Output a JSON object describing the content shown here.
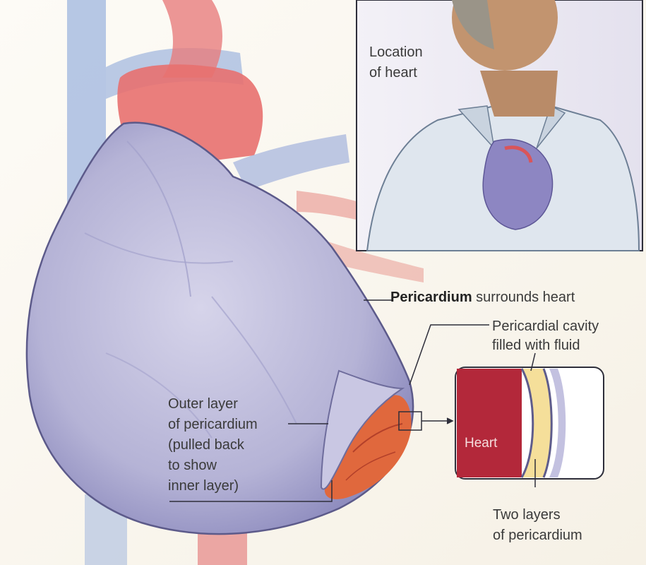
{
  "labels": {
    "location_line1": "Location",
    "location_line2": "of heart",
    "pericardium_bold": "Pericardium",
    "pericardium_rest": "surrounds heart",
    "cavity_line1": "Pericardial cavity",
    "cavity_line2": "filled with fluid",
    "outer_line1": "Outer layer",
    "outer_line2": "of pericardium",
    "outer_line3": "(pulled back",
    "outer_line4": "to show",
    "outer_line5": "inner layer)",
    "heart_word": "Heart",
    "two_layers_line1": "Two layers",
    "two_layers_line2": "of pericardium"
  },
  "colors": {
    "background": "#fbf8f2",
    "pericardium": "#b7b6d9",
    "heart_muscle": "#b3283a",
    "vessel_blue": "#9fb6d9",
    "vessel_red": "#e06a6a",
    "fluid": "#f5df9a",
    "shirt": "#dfe6ee"
  }
}
